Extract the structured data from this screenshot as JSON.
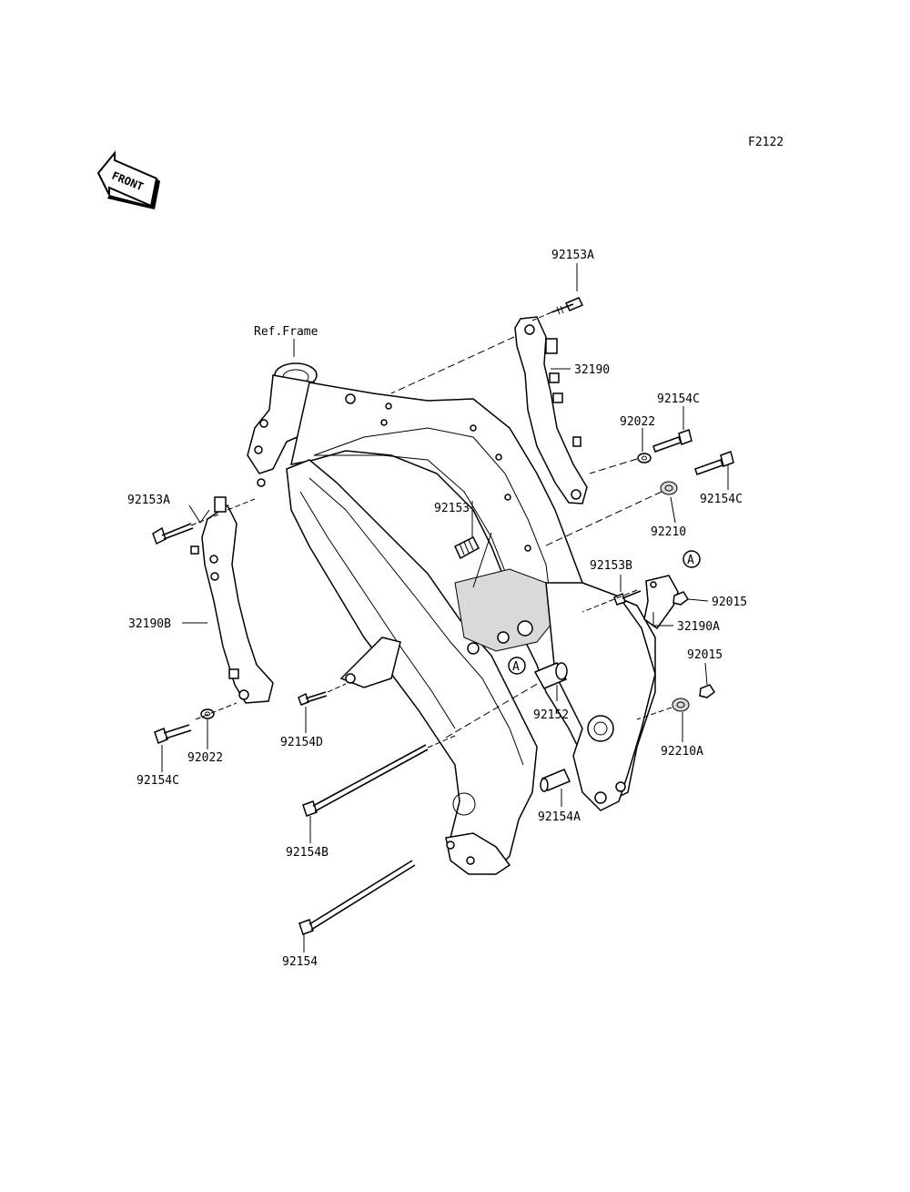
{
  "figure_code": "F2122",
  "front_arrow": {
    "text": "FRONT",
    "icon": "front-arrow-icon"
  },
  "ref_label": "Ref.Frame",
  "callouts": {
    "c_92153A_top": "92153A",
    "c_32190": "32190",
    "c_92154C_a": "92154C",
    "c_92022_a": "92022",
    "c_92154C_b": "92154C",
    "c_92210": "92210",
    "c_92153A_left": "92153A",
    "c_92153": "92153",
    "c_92153B": "92153B",
    "c_A_top": "A",
    "c_92015_a": "92015",
    "c_32190A": "32190A",
    "c_32190B": "32190B",
    "c_92015_b": "92015",
    "c_A_mid": "A",
    "c_92152": "92152",
    "c_92210A": "92210A",
    "c_92154D": "92154D",
    "c_92022_b": "92022",
    "c_92154C_c": "92154C",
    "c_92154A": "92154A",
    "c_92154B": "92154B",
    "c_92154": "92154"
  }
}
